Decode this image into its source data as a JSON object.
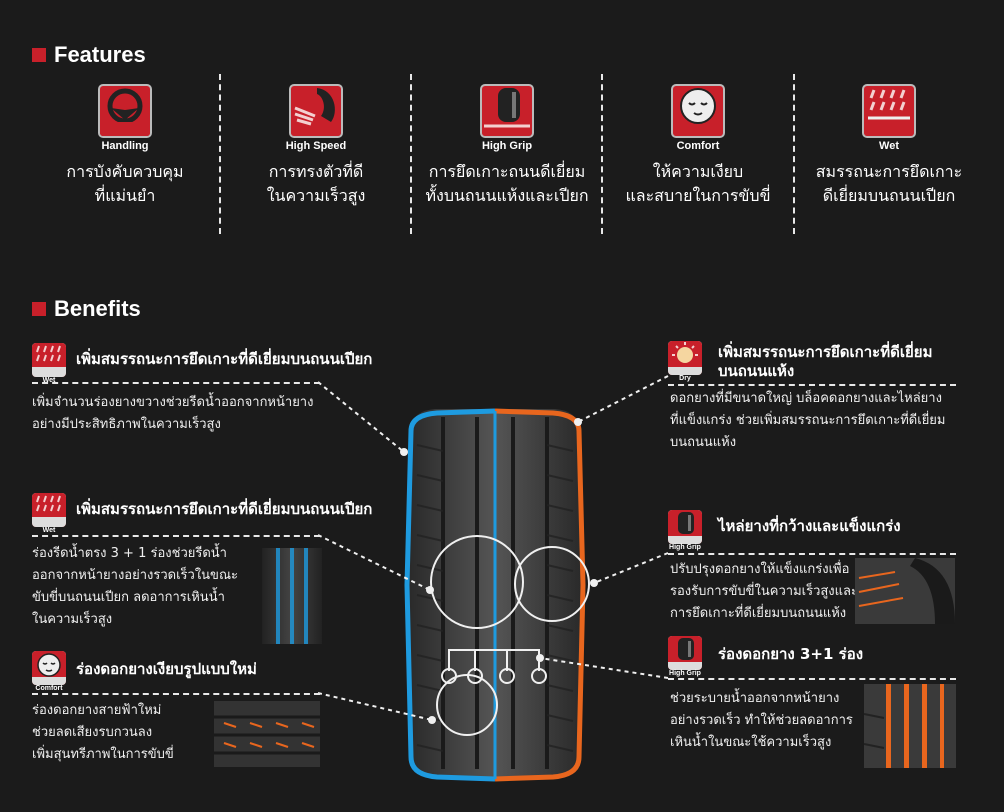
{
  "features": {
    "title": "Features",
    "items": [
      {
        "icon_name": "steering-wheel-icon",
        "label": "Handling",
        "desc1": "การบังคับควบคุม",
        "desc2": "ที่แม่นยำ"
      },
      {
        "icon_name": "speed-tire-icon",
        "label": "High Speed",
        "desc1": "การทรงตัวที่ดี",
        "desc2": "ในความเร็วสูง"
      },
      {
        "icon_name": "grip-tire-icon",
        "label": "High Grip",
        "desc1": "การยึดเกาะถนนดีเยี่ยม",
        "desc2": "ทั้งบนถนนแห้งและเปียก"
      },
      {
        "icon_name": "comfort-face-icon",
        "label": "Comfort",
        "desc1": "ให้ความเงียบ",
        "desc2": "และสบายในการขับขี่"
      },
      {
        "icon_name": "rain-icon",
        "label": "Wet",
        "desc1": "สมรรถนะการยึดเกาะ",
        "desc2": "ดีเยี่ยมบนถนนเปียก"
      }
    ]
  },
  "benefits": {
    "title": "Benefits",
    "wet1": {
      "icon_label": "Wet",
      "title": "เพิ่มสมรรถนะการยึดเกาะที่ดีเยี่ยมบนถนนเปียก",
      "desc1": "เพิ่มจำนวนร่องยางขวางช่วยรีดน้ำออกจากหน้ายาง",
      "desc2": "อย่างมีประสิทธิภาพในความเร็วสูง"
    },
    "wet2": {
      "icon_label": "Wet",
      "title": "เพิ่มสมรรถนะการยึดเกาะที่ดีเยี่ยมบนถนนเปียก",
      "desc1": "ร่องรีดน้ำตรง 3 + 1 ร่องช่วยรีดน้ำ",
      "desc2": "ออกจากหน้ายางอย่างรวดเร็วในขณะ",
      "desc3": "ขับขี่บนถนนเปียก ลดอาการเหินน้ำ",
      "desc4": "ในความเร็วสูง"
    },
    "comfort": {
      "icon_label": "Comfort",
      "title": "ร่องดอกยางเงียบรูปแบบใหม่",
      "desc1": "ร่องดอกยางสายฟ้าใหม่",
      "desc2": "ช่วยลดเสียงรบกวนลง",
      "desc3": "เพิ่มสุนทรีภาพในการขับขี่"
    },
    "dry": {
      "icon_label": "Dry",
      "title1": "เพิ่มสมรรถนะการยึดเกาะที่ดีเยี่ยม",
      "title2": "บนถนนแห้ง",
      "desc1": "ดอกยางที่มีขนาดใหญ่ บล็อคดอกยางและไหล่ยาง",
      "desc2": "ที่แข็งแกร่ง ช่วยเพิ่มสมรรถนะการยึดเกาะที่ดีเยี่ยม",
      "desc3": "บนถนนแห้ง"
    },
    "shoulder": {
      "icon_label": "High Grip",
      "title": "ไหล่ยางที่กว้างและแข็งแกร่ง",
      "desc1": "ปรับปรุงดอกยางให้แข็งแกร่งเพื่อ",
      "desc2": "รองรับการขับขี่ในความเร็วสูงและ",
      "desc3": "การยึดเกาะที่ดีเยี่ยมบนถนนแห้ง"
    },
    "grooves": {
      "icon_label": "High Grip",
      "title": "ร่องดอกยาง 3+1 ร่อง",
      "desc1": "ช่วยระบายน้ำออกจากหน้ายาง",
      "desc2": "อย่างรวดเร็ว ทำให้ช่วยลดอาการ",
      "desc3": "เหินน้ำในขณะใช้ความเร็วสูง"
    }
  },
  "colors": {
    "accent": "#c8202a",
    "wet_outline": "#1e9be0",
    "dry_outline": "#e8661e"
  }
}
